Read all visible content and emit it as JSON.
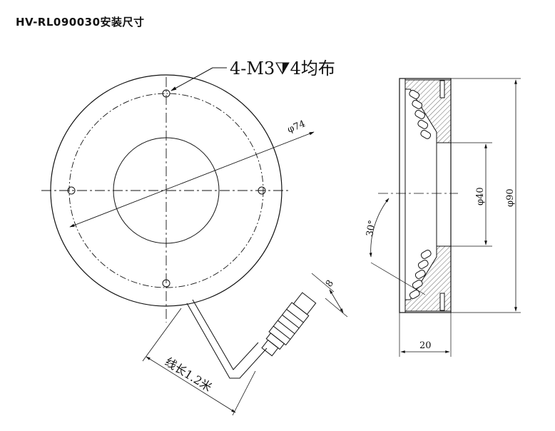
{
  "title": "HV-RL090030安装尺寸",
  "front_view": {
    "hole_callout": "4-M3⧩4均布",
    "pitch_circle_dim": "φ74",
    "cable_length_label": "线长1.2米",
    "connector_dim": "8"
  },
  "side_view": {
    "angle_label": "30°",
    "inner_diameter_dim": "φ40",
    "outer_diameter_dim": "φ90",
    "thickness_dim": "20"
  }
}
